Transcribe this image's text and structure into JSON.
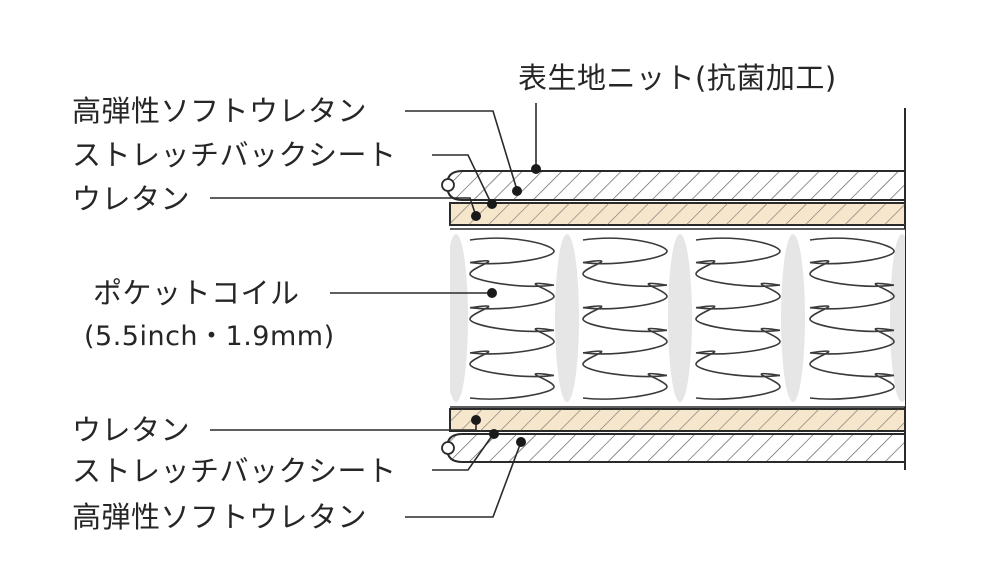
{
  "labels": {
    "top_fabric": "表生地ニット(抗菌加工)",
    "top_soft_urethane": "高弾性ソフトウレタン",
    "top_stretch_sheet": "ストレッチバックシート",
    "top_urethane": "ウレタン",
    "coil_name": "ポケットコイル",
    "coil_spec": "(5.5inch・1.9mm)",
    "bottom_urethane": "ウレタン",
    "bottom_stretch_sheet": "ストレッチバックシート",
    "bottom_soft_urethane": "高弾性ソフトウレタン"
  },
  "colors": {
    "line": "#2a2a2a",
    "hatch": "#444444",
    "urethane_fill": "#f6e6cc",
    "coil_shade": "#e6e6e6",
    "text": "#262626"
  }
}
